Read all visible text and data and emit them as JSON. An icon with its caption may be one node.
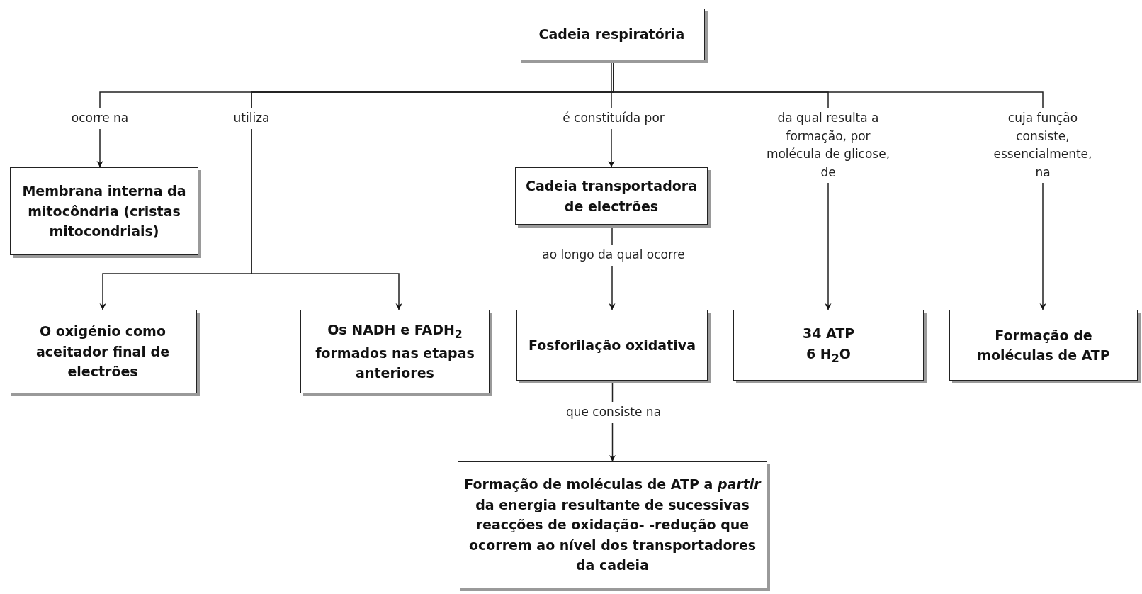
{
  "diagram": {
    "nodes": [
      {
        "text": [
          "Cadeia respiratória"
        ]
      },
      {
        "text": [
          "Membrana interna da mitocôndria (cristas mitocondriais)"
        ]
      },
      {
        "text": [
          "Cadeia transportadora de electrões"
        ]
      },
      {
        "text": [
          "O oxigénio como aceitador final de electrões"
        ]
      },
      {
        "text": [
          "Os NADH e FADH$_{2}$ formados nas etapas anteriores"
        ]
      },
      {
        "text": [
          "Fosforilação oxidativa"
        ]
      },
      {
        "text": [
          "34 ATP",
          "6 H$_{2}$O"
        ]
      },
      {
        "text": [
          "Formação de moléculas de ATP"
        ]
      },
      {
        "text": [
          "Formação de moléculas de ATP a *partir* da energia resultante de sucessivas reacções de oxidação- -redução que ocorrem ao nível dos transportadores da cadeia"
        ]
      }
    ],
    "edges": [
      {
        "from": 0,
        "to": 1,
        "arrow": "to",
        "label": "ocorre na"
      },
      {
        "from": 0,
        "to": 3,
        "arrow": "to",
        "label": "utiliza"
      },
      {
        "from": 0,
        "to": 4,
        "arrow": "to"
      },
      {
        "from": 0,
        "to": 2,
        "arrow": "to",
        "label": "é constituída por"
      },
      {
        "from": 0,
        "to": 6,
        "arrow": "to",
        "label": "da qual resulta a formação, por molécula de glicose, de"
      },
      {
        "from": 0,
        "to": 7,
        "arrow": "to",
        "label": "cuja função consiste, essencialmente, na"
      },
      {
        "from": 2,
        "to": 5,
        "arrow": "to",
        "label": "ao longo da qual ocorre"
      },
      {
        "from": 5,
        "to": 8,
        "arrow": "to",
        "label": "que consiste na"
      }
    ]
  }
}
